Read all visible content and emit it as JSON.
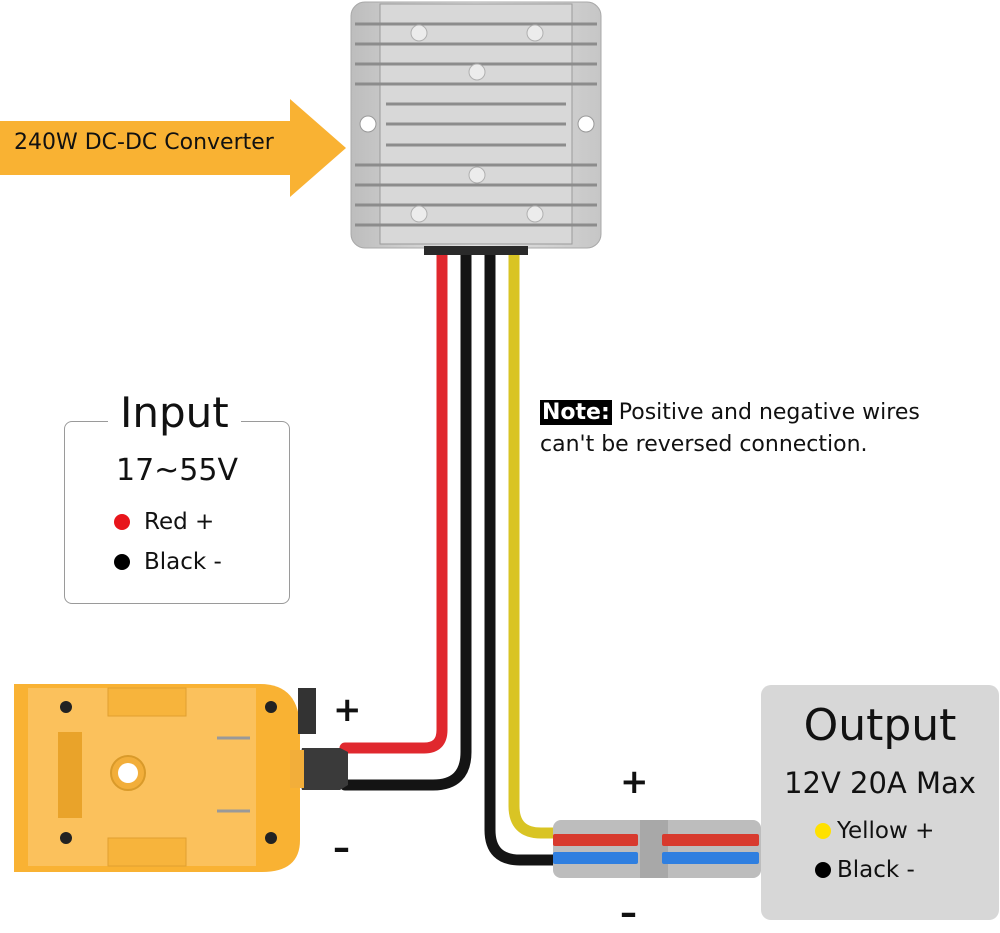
{
  "title_arrow": {
    "label": "240W DC-DC Converter",
    "color": "#F9B233"
  },
  "converter": {
    "name": "DC-DC Converter module",
    "wires": [
      "red",
      "black",
      "black",
      "yellow"
    ]
  },
  "note": {
    "tag": "Note:",
    "line1": "Positive and negative wires",
    "line2": "can't be reversed connection."
  },
  "input": {
    "title": "Input",
    "range": "17~55V",
    "legend": [
      {
        "label": "Red +",
        "color": "#E8151B"
      },
      {
        "label": "Black -",
        "color": "#000000"
      }
    ]
  },
  "battery_adapter": {
    "name": "Battery adapter",
    "plus_sign": "+",
    "minus_sign": "–"
  },
  "connector": {
    "name": "Lever wire connector",
    "plus_sign": "+",
    "minus_sign": "–"
  },
  "output": {
    "title": "Output",
    "spec": "12V 20A Max",
    "legend": [
      {
        "label": "Yellow +",
        "color": "#FFE100"
      },
      {
        "label": "Black -",
        "color": "#000000"
      }
    ]
  },
  "colors": {
    "wire_red": "#E0282E",
    "wire_black": "#141414",
    "wire_yellow": "#D9C424",
    "adapter_yellow": "#F9B233",
    "output_box": "#D7D7D7"
  }
}
